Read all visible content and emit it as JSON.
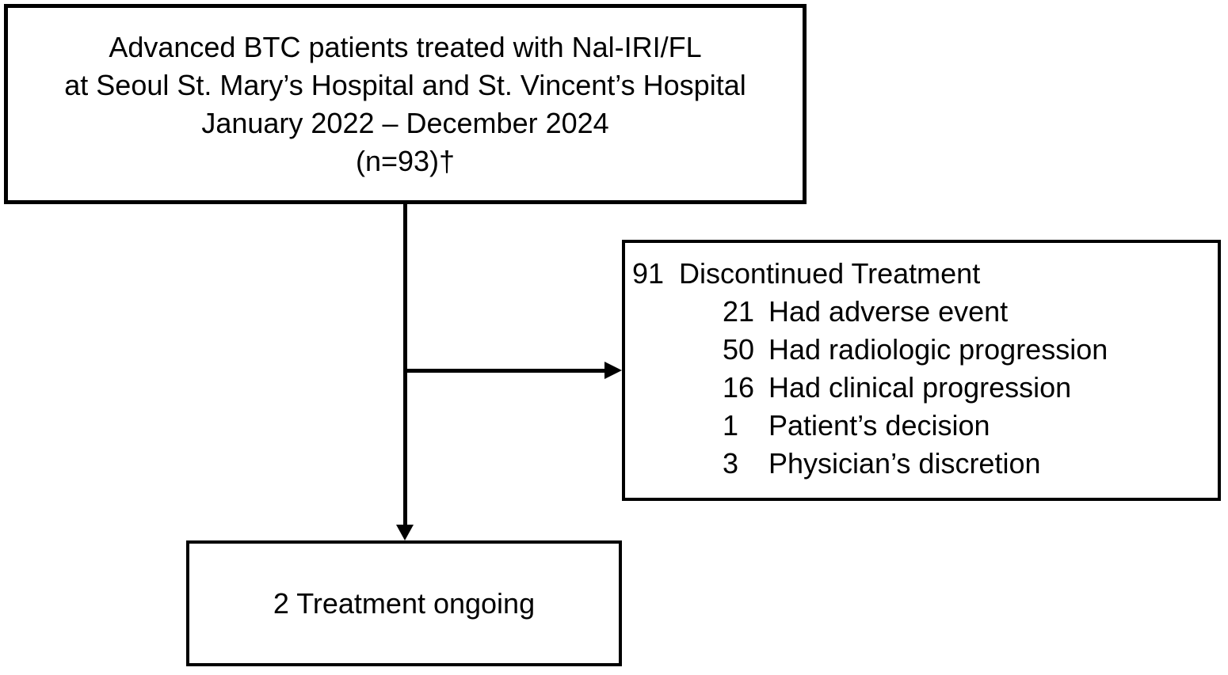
{
  "diagram": {
    "top_box": {
      "lines": [
        "Advanced BTC patients treated with Nal-IRI/FL",
        "at Seoul St. Mary’s Hospital and St. Vincent’s Hospital",
        "January 2022 – December 2024",
        "(n=93)†"
      ]
    },
    "right_box": {
      "title_num": "91",
      "title_label": "Discontinued Treatment",
      "items": [
        {
          "num": "21",
          "label": "Had adverse event"
        },
        {
          "num": "50",
          "label": "Had radiologic progression"
        },
        {
          "num": "16",
          "label": "Had clinical progression"
        },
        {
          "num": "1",
          "label": "Patient’s decision"
        },
        {
          "num": "3",
          "label": "Physician’s discretion"
        }
      ]
    },
    "bottom_box": {
      "text": "2 Treatment ongoing"
    },
    "colors": {
      "line": "#000000",
      "text": "#000000",
      "background": "#ffffff"
    }
  }
}
